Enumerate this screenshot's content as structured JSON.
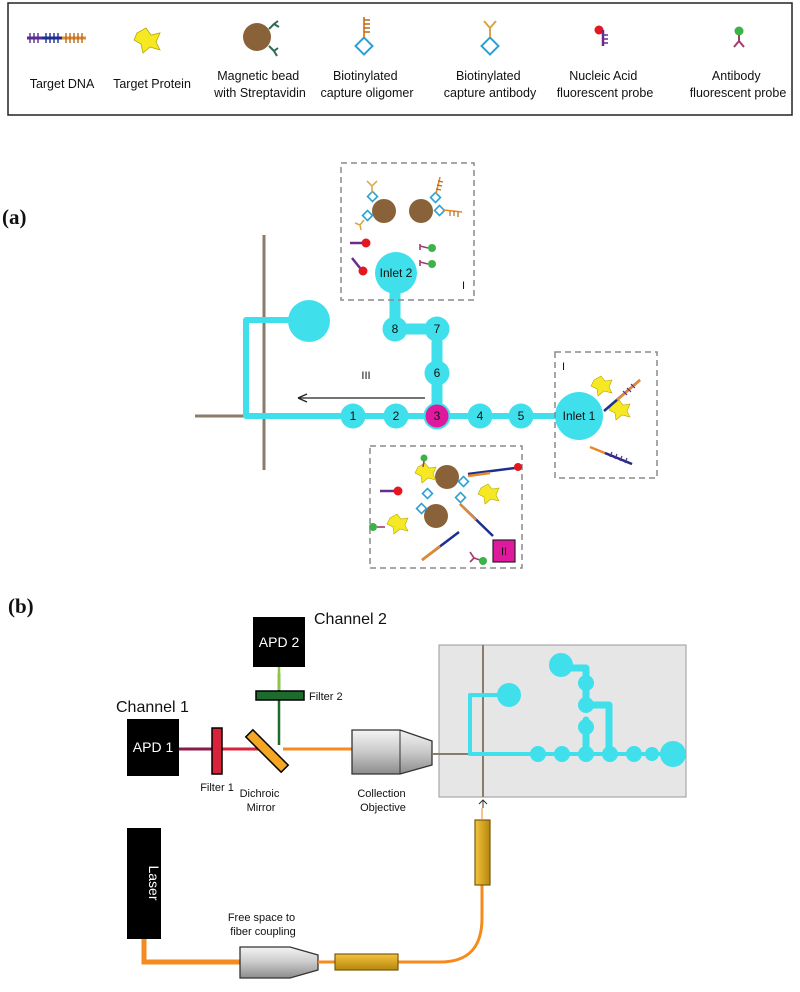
{
  "legend": {
    "items": [
      {
        "icon": "target-dna-icon",
        "lines": [
          "Target DNA"
        ]
      },
      {
        "icon": "target-protein-icon",
        "lines": [
          "Target Protein"
        ]
      },
      {
        "icon": "magnetic-bead-icon",
        "lines": [
          "Magnetic bead",
          "with Streptavidin"
        ]
      },
      {
        "icon": "capture-oligomer-icon",
        "lines": [
          "Biotinylated",
          "capture oligomer"
        ]
      },
      {
        "icon": "capture-antibody-icon",
        "lines": [
          "Biotinylated",
          "capture antibody"
        ]
      },
      {
        "icon": "nucleic-acid-probe-icon",
        "lines": [
          "Nucleic Acid",
          "fluorescent probe"
        ]
      },
      {
        "icon": "antibody-probe-icon",
        "lines": [
          "Antibody",
          "fluorescent probe"
        ]
      }
    ]
  },
  "panel_a": {
    "label": "(a)",
    "chambers": [
      "1",
      "2",
      "3",
      "4",
      "5",
      "6",
      "7",
      "8"
    ],
    "inlet1": "Inlet 1",
    "inlet2": "Inlet 2",
    "box_top_label": "I",
    "box_right_label": "I",
    "box_bottom_label": "II",
    "arrow_label": "III"
  },
  "panel_b": {
    "label": "(b)",
    "apd1": "APD 1",
    "apd2": "APD 2",
    "channel1": "Channel 1",
    "channel2": "Channel 2",
    "filter1": "Filter 1",
    "filter2": "Filter 2",
    "dichroic": [
      "Dichroic",
      "Mirror"
    ],
    "objective": [
      "Collection",
      "Objective"
    ],
    "laser": "Laser",
    "coupling": [
      "Free space to",
      "fiber coupling"
    ]
  },
  "colors": {
    "channel": "#3fe0ec",
    "highlight": "#e0189e",
    "apd": "#000000",
    "orange": "#f58a1e",
    "darkgreen": "#1e6b2e",
    "lightgreen": "#8dc63f",
    "wine": "#8b1a4a",
    "panel_bg": "#e6e6e6"
  }
}
